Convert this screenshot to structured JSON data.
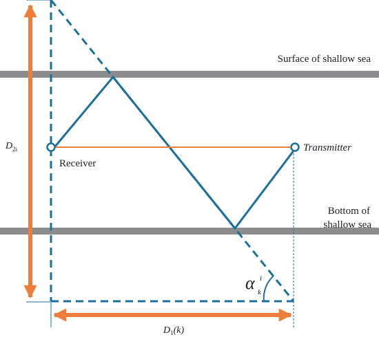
{
  "labels": {
    "surface": "Surface of shallow sea",
    "bottom_line1": "Bottom of",
    "bottom_line2": "shallow sea",
    "receiver": "Receiver",
    "transmitter": "Transmitter",
    "d2_main": "D",
    "d2_sub": "2i",
    "d1_main": "D",
    "d1_sub": "1",
    "d1_arg": "(k)",
    "alpha_main": "α",
    "alpha_sub": "k",
    "alpha_sup": "i"
  },
  "colors": {
    "sea_boundary": "#8c8c8f",
    "ray_path": "#1b6f9b",
    "direct_path": "#ee7d3c",
    "dimension_arrow": "#ee7d3c",
    "guide_line": "#1b6f9b",
    "text": "#222222"
  }
}
